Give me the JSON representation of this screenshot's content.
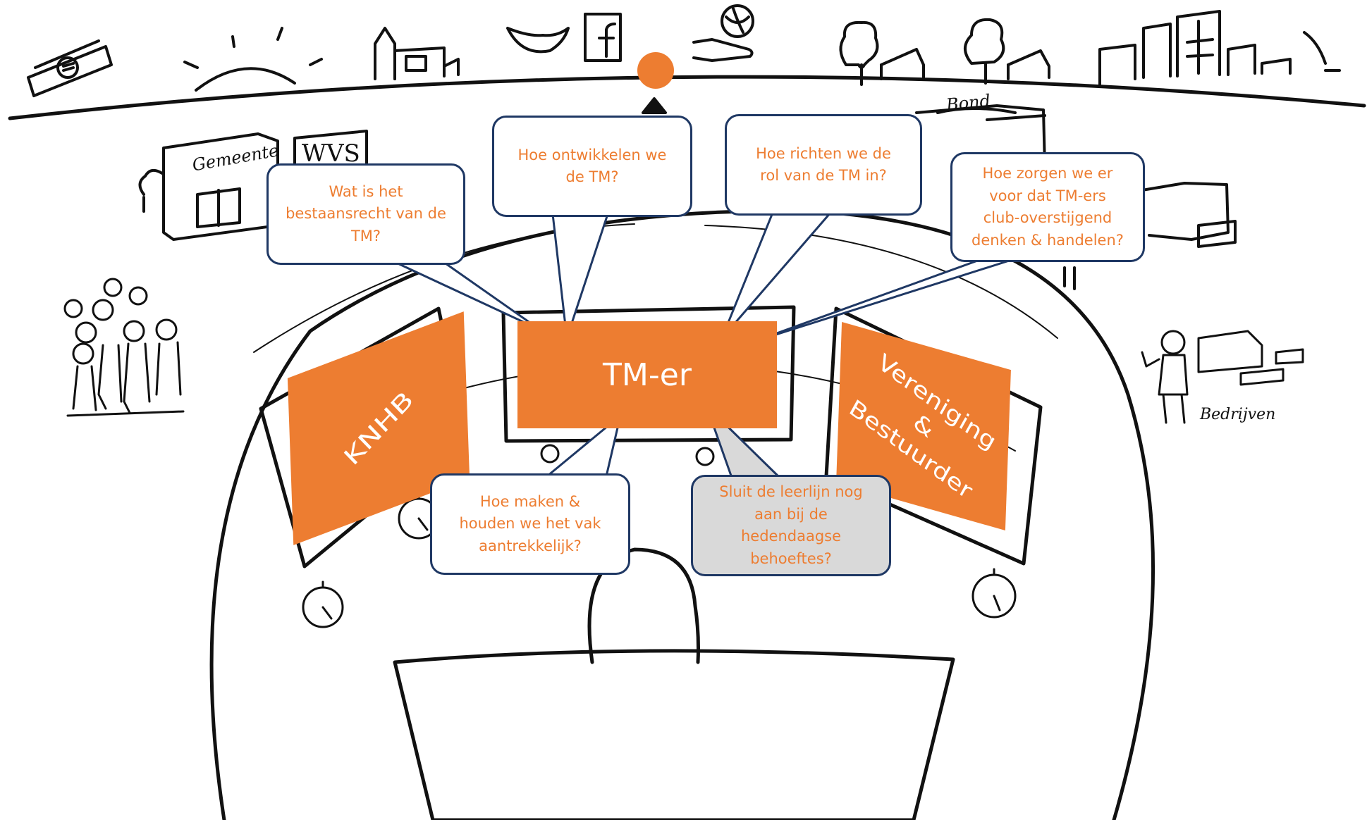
{
  "colors": {
    "accent": "#ED7D31",
    "bubble_border": "#1f3864",
    "grey_bubble": "#d9d9d9",
    "ink": "#111111"
  },
  "screens": {
    "center": "TM-er",
    "left": "KNHB",
    "right": "Vereniging\n&\nBestuurder"
  },
  "bubbles": [
    "Wat is het\nbestaansrecht van de\nTM?",
    "Hoe ontwikkelen we\nde TM?",
    "Hoe richten we de\nrol van de TM in?",
    "Hoe zorgen we er\nvoor dat TM-ers\nclub-overstijgend\ndenken & handelen?",
    "Hoe maken &\nhouden we het vak\naantrekkelijk?",
    "Sluit de leerlijn nog\naan bij de\nhedendaagse\nbehoeftes?"
  ],
  "sketch_labels": {
    "gemeente": "Gemeente",
    "wvs": "WVS",
    "bond": "Bond",
    "bedrijven": "Bedrijven"
  },
  "icons": [
    "money-icon",
    "sun-icon",
    "church-icon",
    "twitter-bird-icon",
    "facebook-icon",
    "globe-hand-icon",
    "tree-icon",
    "city-icon",
    "stopwatch-icon",
    "crowd-icon",
    "person-icon"
  ]
}
